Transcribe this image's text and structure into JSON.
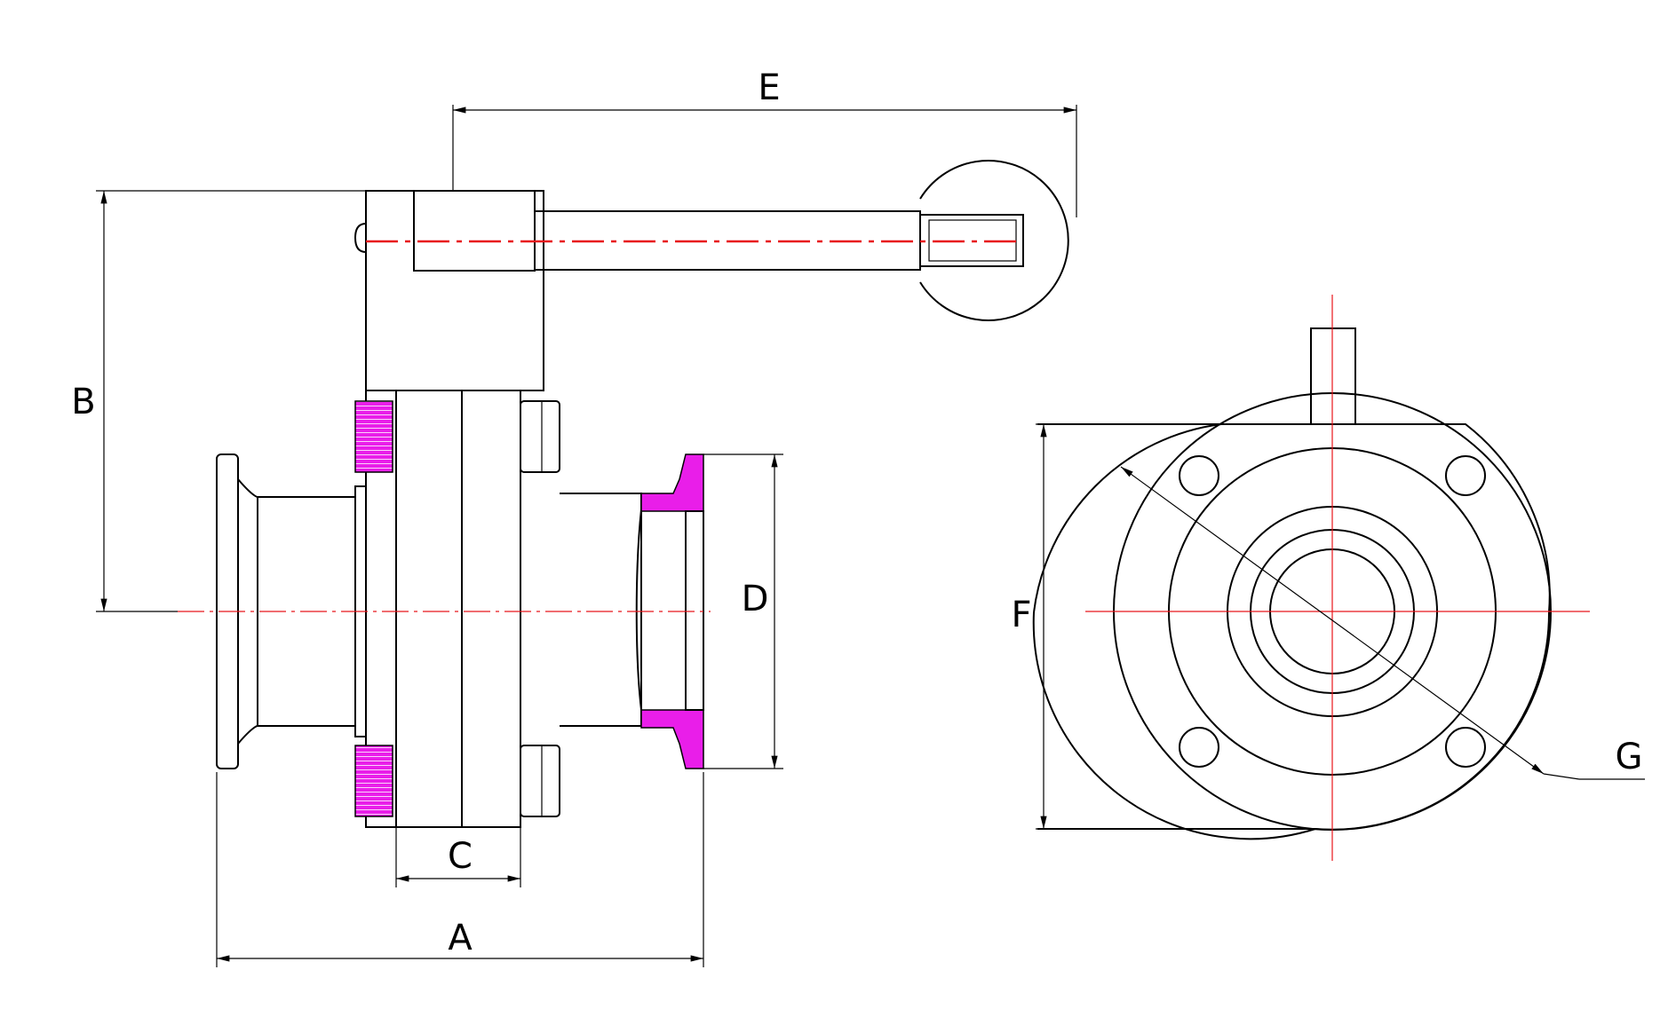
{
  "drawing": {
    "title": "",
    "side_view": {
      "dimension_labels": {
        "A": "A",
        "B": "B",
        "C": "C",
        "D": "D",
        "E": "E"
      }
    },
    "front_view": {
      "dimension_labels": {
        "F": "F",
        "G": "G"
      }
    },
    "colors": {
      "outline": "#000000",
      "centerline": "#e8161b",
      "section_hatch": "#e91ee9"
    }
  }
}
